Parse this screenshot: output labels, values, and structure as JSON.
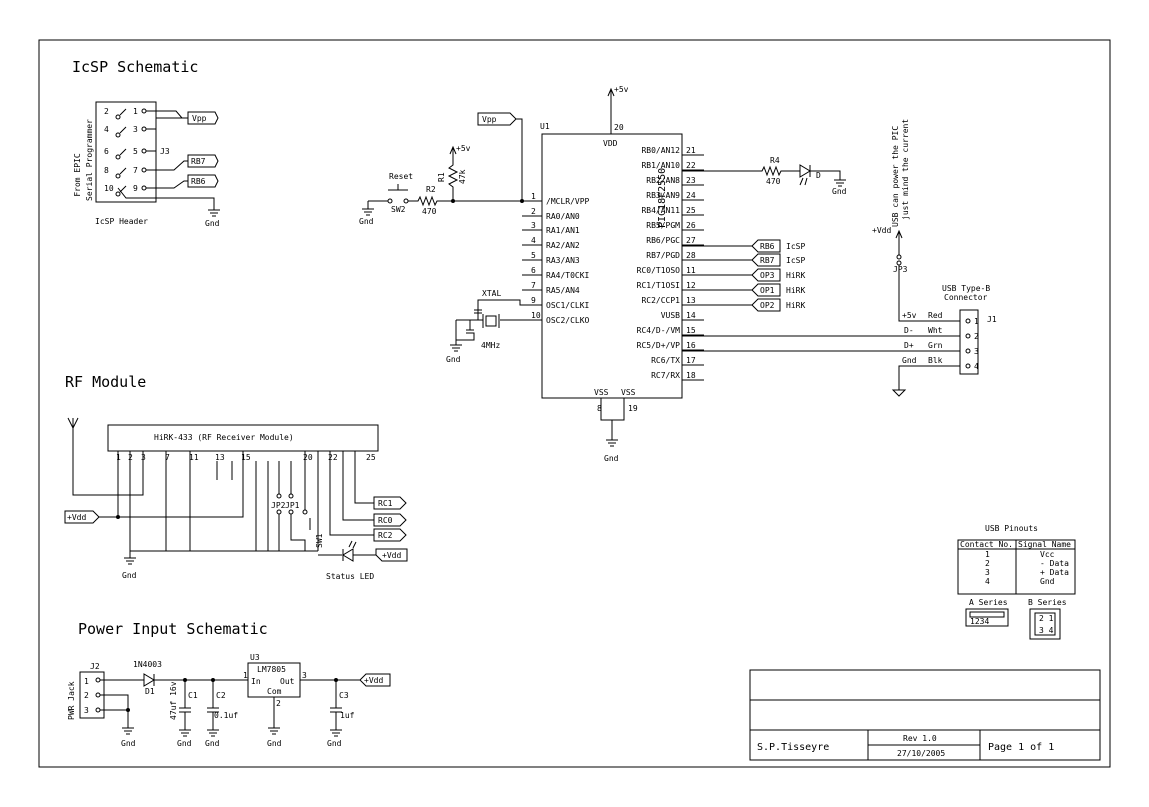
{
  "titles": {
    "icsp": "IcSP Schematic",
    "rf": "RF Module",
    "power": "Power Input Schematic"
  },
  "icsp": {
    "side_label_1": "From EPIC",
    "side_label_2": "Serial Programmer",
    "header_label": "IcSP Header",
    "ref": "J3",
    "pins_left": [
      "2",
      "4",
      "6",
      "8",
      "10"
    ],
    "pins_right": [
      "1",
      "3",
      "5",
      "7",
      "9"
    ],
    "nets": [
      "Vpp",
      "RB7",
      "RB6"
    ],
    "gnd": "Gnd"
  },
  "mcu": {
    "ref": "U1",
    "part": "PIC18F2550",
    "vdd_label": "VDD",
    "vdd_pin": "20",
    "supply": "+5v",
    "vss_label_1": "VSS",
    "vss_label_2": "VSS",
    "vss_pin_1": "8",
    "vss_pin_2": "19",
    "gnd": "Gnd",
    "left_pins": [
      {
        "num": "1",
        "name": "/MCLR/VPP"
      },
      {
        "num": "2",
        "name": "RA0/AN0"
      },
      {
        "num": "3",
        "name": "RA1/AN1"
      },
      {
        "num": "4",
        "name": "RA2/AN2"
      },
      {
        "num": "5",
        "name": "RA3/AN3"
      },
      {
        "num": "6",
        "name": "RA4/T0CKI"
      },
      {
        "num": "7",
        "name": "RA5/AN4"
      },
      {
        "num": "9",
        "name": "OSC1/CLKI"
      },
      {
        "num": "10",
        "name": "OSC2/CLKO"
      }
    ],
    "right_pins": [
      {
        "num": "21",
        "name": "RB0/AN12"
      },
      {
        "num": "22",
        "name": "RB1/AN10"
      },
      {
        "num": "23",
        "name": "RB2/AN8"
      },
      {
        "num": "24",
        "name": "RB3/AN9"
      },
      {
        "num": "25",
        "name": "RB4/AN11"
      },
      {
        "num": "26",
        "name": "RB5/PGM"
      },
      {
        "num": "27",
        "name": "RB6/PGC"
      },
      {
        "num": "28",
        "name": "RB7/PGD"
      },
      {
        "num": "11",
        "name": "RC0/T1OSO"
      },
      {
        "num": "12",
        "name": "RC1/T1OSI"
      },
      {
        "num": "13",
        "name": "RC2/CCP1"
      },
      {
        "num": "14",
        "name": "VUSB"
      },
      {
        "num": "15",
        "name": "RC4/D-/VM"
      },
      {
        "num": "16",
        "name": "RC5/D+/VP"
      },
      {
        "num": "17",
        "name": "RC6/TX"
      },
      {
        "num": "18",
        "name": "RC7/RX"
      }
    ],
    "right_nets": [
      {
        "net": "RB6",
        "note": "IcSP"
      },
      {
        "net": "RB7",
        "note": "IcSP"
      },
      {
        "net": "OP3",
        "note": "HiRK"
      },
      {
        "net": "OP1",
        "note": "HiRK"
      },
      {
        "net": "OP2",
        "note": "HiRK"
      }
    ]
  },
  "reset": {
    "vpp": "Vpp",
    "reset_label": "Reset",
    "switch_ref": "SW2",
    "r1_ref": "R1",
    "r1_val": "47k",
    "r2_ref": "R2",
    "r2_val": "470",
    "supply": "+5v",
    "gnd": "Gnd"
  },
  "crystal": {
    "label": "XTAL",
    "freq": "4MHz",
    "gnd": "Gnd"
  },
  "led": {
    "r4_ref": "R4",
    "r4_val": "470",
    "led_ref": "D",
    "gnd": "Gnd"
  },
  "usb": {
    "note_1": "USB can power the PIC",
    "note_2": "just mind the current",
    "vdd": "+Vdd",
    "jumper": "JP3",
    "title_1": "USB Type-B",
    "title_2": "Connector",
    "ref": "J1",
    "lines": [
      {
        "signal": "+5v",
        "color": "Red",
        "pin": "1"
      },
      {
        "signal": "D-",
        "color": "Wht",
        "pin": "2"
      },
      {
        "signal": "D+",
        "color": "Grn",
        "pin": "3"
      },
      {
        "signal": "Gnd",
        "color": "Blk",
        "pin": "4"
      }
    ]
  },
  "usb_pinouts": {
    "title": "USB Pinouts",
    "headers": [
      "Contact No.",
      "Signal Name"
    ],
    "rows": [
      [
        "1",
        "Vcc"
      ],
      [
        "2",
        "- Data"
      ],
      [
        "3",
        "+ Data"
      ],
      [
        "4",
        "Gnd"
      ]
    ],
    "a_series": "A Series",
    "a_pins": "1234",
    "b_series": "B Series",
    "b_top": "2 1",
    "b_bottom": "3 4"
  },
  "rf": {
    "module_label": "HiRK-433 (RF Receiver Module)",
    "pins": [
      "1",
      "2",
      "3",
      "7",
      "11",
      "13",
      "15",
      "20",
      "22",
      "25"
    ],
    "vdd": "+Vdd",
    "gnd": "Gnd",
    "nets": [
      "RC1",
      "RC0",
      "RC2"
    ],
    "jumpers": [
      "JP2",
      "JP1"
    ],
    "switch_ref": "SW1",
    "led_vdd": "+Vdd",
    "status_led": "Status LED"
  },
  "power": {
    "jack_ref": "J2",
    "jack_label": "PWR Jack",
    "jack_pins": [
      "1",
      "2",
      "3"
    ],
    "diode_part": "1N4003",
    "diode_ref": "D1",
    "reg_ref": "U3",
    "reg_part": "LM7805",
    "reg_in": "In",
    "reg_out": "Out",
    "reg_com": "Com",
    "reg_pins": [
      "1",
      "2",
      "3"
    ],
    "c1_ref": "C1",
    "c1_val": "47uf 16v",
    "c2_ref": "C2",
    "c2_val": "0.1uf",
    "c3_ref": "C3",
    "c3_val": "1uf",
    "vdd": "+Vdd",
    "gnd": "Gnd"
  },
  "title_block": {
    "author": "S.P.Tisseyre",
    "rev": "Rev 1.0",
    "date": "27/10/2005",
    "page": "Page 1 of 1"
  }
}
